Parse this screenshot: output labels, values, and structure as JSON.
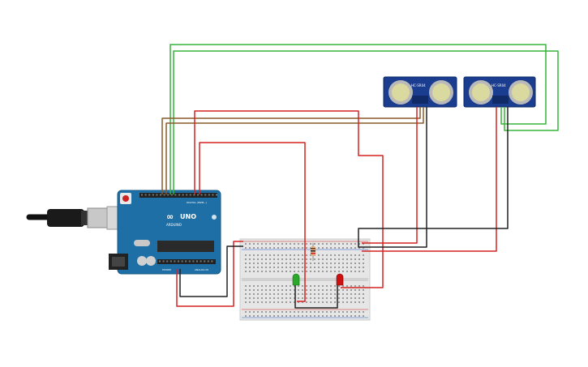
{
  "arduino": {
    "logo_text": "UNO",
    "brand_text": "ARDUINO",
    "digital_header": "DIGITAL (PWM~)",
    "power_label": "POWER",
    "analog_label": "ANALOG IN"
  },
  "sensors": [
    {
      "model": "HC-SR04"
    },
    {
      "model": "HC-SR04"
    }
  ],
  "leds": [
    {
      "color": "#2aa82a"
    },
    {
      "color": "#cc1111"
    }
  ],
  "wire_colors": {
    "green": "#36b43a",
    "brown": "#8b5a2b",
    "red": "#d62222",
    "black": "#222222"
  }
}
